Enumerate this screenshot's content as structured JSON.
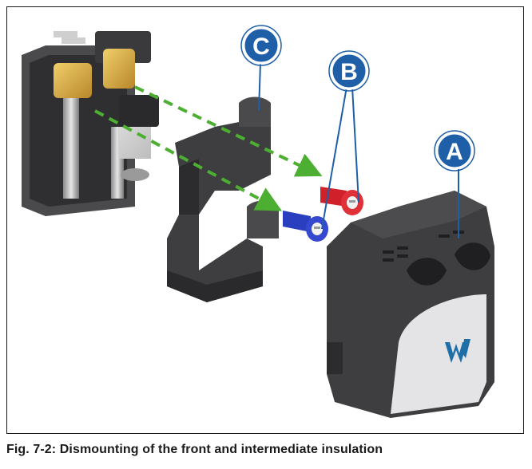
{
  "figure": {
    "caption": "Fig. 7-2: Dismounting of the front and intermediate insulation",
    "callouts": [
      {
        "id": "A",
        "label": "A",
        "color": "#1f5fa8"
      },
      {
        "id": "B",
        "label": "B",
        "color": "#1f5fa8"
      },
      {
        "id": "C",
        "label": "C",
        "color": "#1f5fa8"
      }
    ],
    "colors": {
      "arrow": "#4caf32",
      "insulation": "#3e3e40",
      "red_plug": "#d0202a",
      "blue_plug": "#2a3fc0",
      "logo": "#1e6ea8"
    },
    "icons": [
      "brand-logo-w-icon"
    ]
  }
}
